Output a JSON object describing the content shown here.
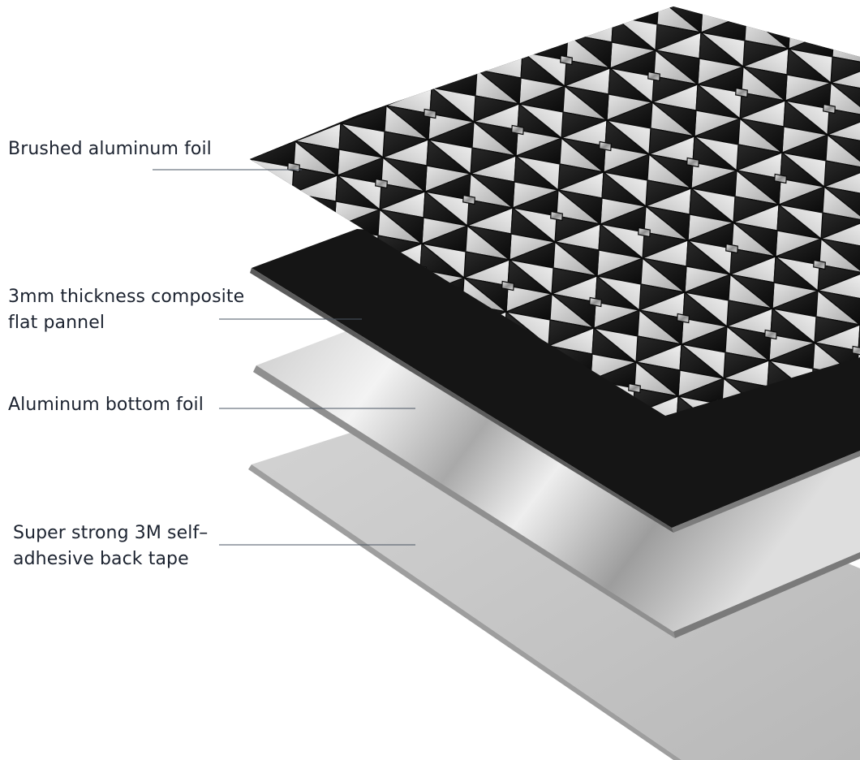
{
  "labels": {
    "top_foil": "Brushed aluminum foil",
    "panel_line1": "3mm thickness composite",
    "panel_line2": "flat pannel",
    "bottom_foil": "Aluminum bottom foil",
    "tape_line1": "Super strong 3M self–",
    "tape_line2": "adhesive back tape"
  },
  "colors": {
    "text": "#1c2330",
    "leader_line": "#4a5563",
    "black_tile": "#121212",
    "silver_tile": "#c8c8c8",
    "panel_black": "#151515",
    "foil_silver": "#d6d6d6",
    "tape_grey": "#c4c4c4"
  }
}
